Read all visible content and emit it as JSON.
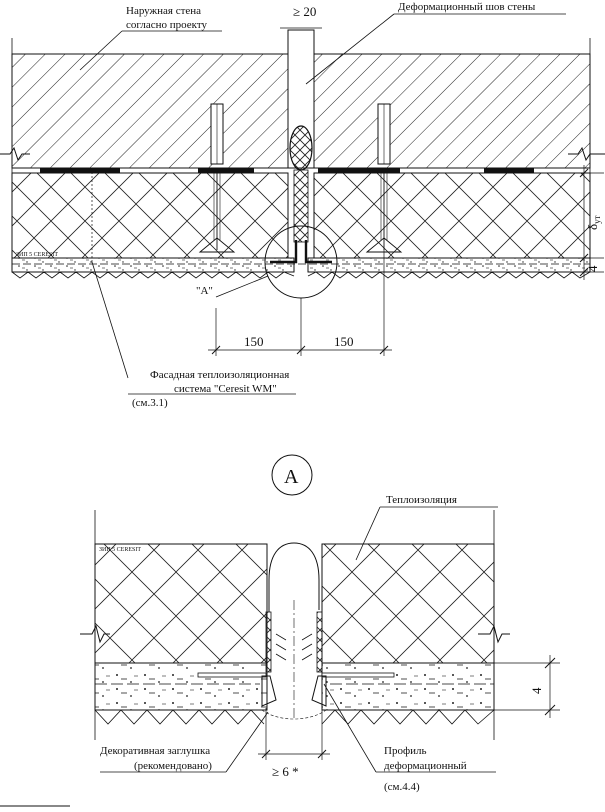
{
  "top_view": {
    "outer_wall_label_1": "Наружная стена",
    "outer_wall_label_2": "согласно проекту",
    "joint_width": "≥ 20",
    "joint_label": "Деформационный шов стены",
    "detail_marker": "\"A\"",
    "dim_left": "150",
    "dim_right": "150",
    "insulation_thickness_symbol": "δ",
    "insulation_thickness_sub": "ут",
    "plaster_thickness": "4",
    "system_label_1": "Фасадная теплоизоляционная",
    "system_label_2": "система \"Ceresit WM\"",
    "system_ref": "(см.3.1)",
    "watermark": "ЗИП 5 CERESIT"
  },
  "detail_view": {
    "detail_letter": "A",
    "insulation_label": "Теплоизоляция",
    "watermark": "ЗИП 5 CERESIT",
    "plaster_thickness": "4",
    "decor_plug_label_1": "Декоративная заглушка",
    "decor_plug_label_2": "(рекомендовано)",
    "gap_dim": "≥ 6 *",
    "profile_label_1": "Профиль",
    "profile_label_2": "деформационный",
    "profile_ref": "(см.4.4)"
  }
}
